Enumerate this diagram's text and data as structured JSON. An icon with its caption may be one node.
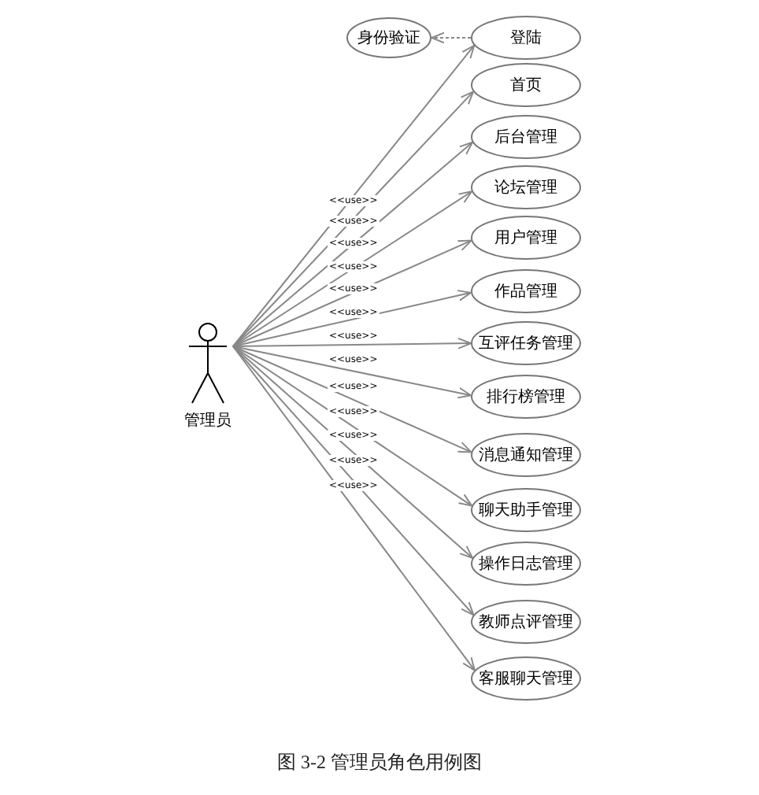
{
  "diagram": {
    "caption": "图 3-2 管理员角色用例图",
    "nodes": [
      {
        "text": [
          "管理员"
        ]
      },
      {
        "text": [
          "身份验证"
        ]
      },
      {
        "text": [
          "登陆"
        ]
      },
      {
        "text": [
          "首页"
        ]
      },
      {
        "text": [
          "后台管理"
        ]
      },
      {
        "text": [
          "论坛管理"
        ]
      },
      {
        "text": [
          "用户管理"
        ]
      },
      {
        "text": [
          "作品管理"
        ]
      },
      {
        "text": [
          "互评任务管理"
        ]
      },
      {
        "text": [
          "排行榜管理"
        ]
      },
      {
        "text": [
          "消息通知管理"
        ]
      },
      {
        "text": [
          "聊天助手管理"
        ]
      },
      {
        "text": [
          "操作日志管理"
        ]
      },
      {
        "text": [
          "教师点评管理"
        ]
      },
      {
        "text": [
          "客服聊天管理"
        ]
      }
    ],
    "edges": [
      {
        "from": 0,
        "to": 2,
        "arrow": "to",
        "label": "<<use>>"
      },
      {
        "from": 0,
        "to": 3,
        "arrow": "to",
        "label": "<<use>>"
      },
      {
        "from": 0,
        "to": 4,
        "arrow": "to",
        "label": "<<use>>"
      },
      {
        "from": 0,
        "to": 5,
        "arrow": "to",
        "label": "<<use>>"
      },
      {
        "from": 0,
        "to": 6,
        "arrow": "to",
        "label": "<<use>>"
      },
      {
        "from": 0,
        "to": 7,
        "arrow": "to",
        "label": "<<use>>"
      },
      {
        "from": 0,
        "to": 8,
        "arrow": "to",
        "label": "<<use>>"
      },
      {
        "from": 0,
        "to": 9,
        "arrow": "to",
        "label": "<<use>>"
      },
      {
        "from": 0,
        "to": 10,
        "arrow": "to",
        "label": "<<use>>"
      },
      {
        "from": 0,
        "to": 11,
        "arrow": "to",
        "label": "<<use>>"
      },
      {
        "from": 0,
        "to": 12,
        "arrow": "to",
        "label": "<<use>>"
      },
      {
        "from": 0,
        "to": 13,
        "arrow": "to",
        "label": "<<use>>"
      },
      {
        "from": 0,
        "to": 14,
        "arrow": "to",
        "label": "<<use>>"
      },
      {
        "from": 2,
        "to": 1,
        "arrow": "to",
        "style": "dashed"
      }
    ]
  }
}
